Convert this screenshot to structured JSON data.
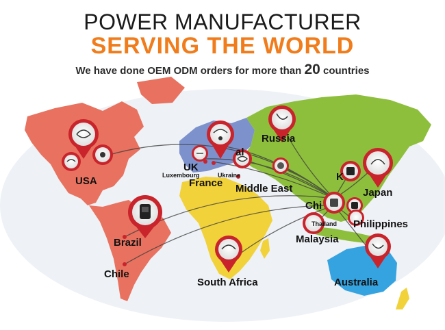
{
  "header": {
    "title_line1": "POWER MANUFACTURER",
    "title_line2": "SERVING THE WORLD",
    "subtitle_prefix": "We have done OEM ODM orders for more than",
    "subtitle_number": "20",
    "subtitle_suffix": "countries"
  },
  "locations": {
    "usa": "USA",
    "russia": "Russia",
    "uk": "UK",
    "luxembourg": "Luxembourg",
    "france": "France",
    "ukraine": "Ukraine",
    "middle_east": "Middle East",
    "korea": "K",
    "japan": "Japan",
    "china": "Chi",
    "thailand": "Thailand",
    "philippines": "Philippines",
    "malaysia": "Malaysia",
    "brazil": "Brazil",
    "chile": "Chile",
    "south_africa": "South Africa",
    "australia": "Australia",
    "partial_label": "al"
  },
  "colors": {
    "north_america": "#e8725f",
    "south_america": "#e8725f",
    "europe": "#7d91cc",
    "asia": "#8dbf3c",
    "africa": "#f2d23a",
    "australia": "#35a3e0",
    "ocean": "#e8ecf1",
    "pin": "#c9232b",
    "accent": "#f07c1b"
  }
}
